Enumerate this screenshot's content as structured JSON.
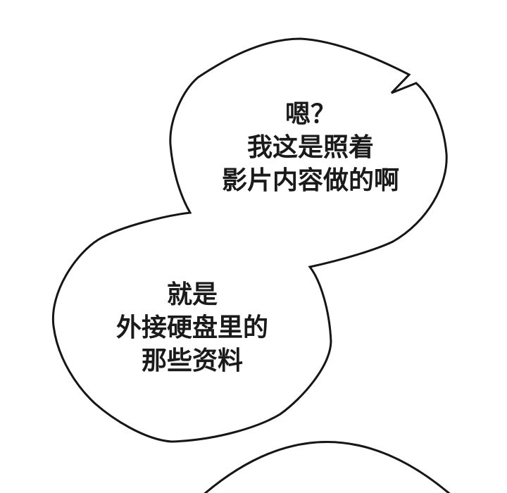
{
  "colors": {
    "background": "#ffffff",
    "bubble_fill": "#ffffff",
    "outline": "#161616",
    "text": "#1a1a1a"
  },
  "bubbles": {
    "top": {
      "lines": [
        "嗯？",
        "我这是照着",
        "影片内容做的啊"
      ]
    },
    "bottom": {
      "lines": [
        "就是",
        "外接硬盘里的",
        "那些资料"
      ]
    }
  }
}
